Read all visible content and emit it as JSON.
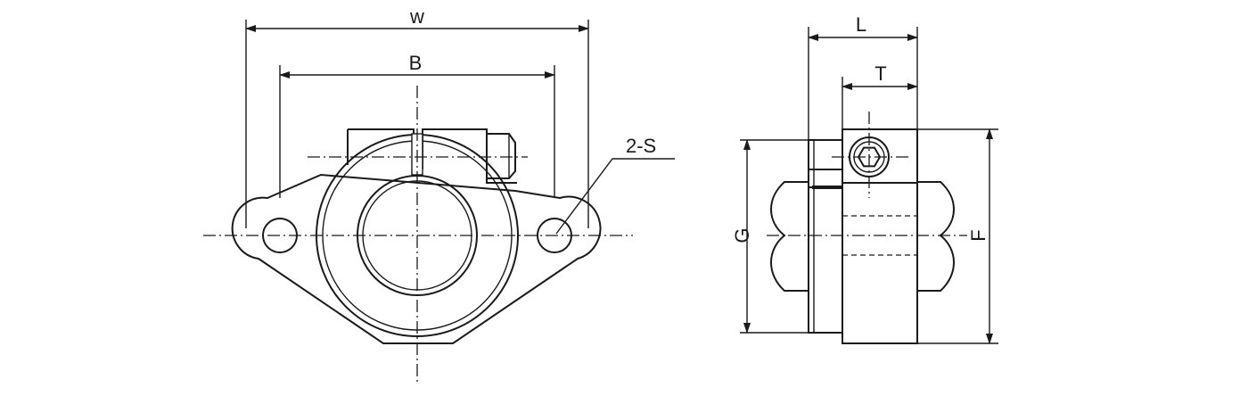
{
  "labels": {
    "w": "w",
    "b": "B",
    "s": "2-S",
    "l": "L",
    "t": "T",
    "g": "G",
    "f": "F"
  },
  "colors": {
    "line": "#1a1a1a",
    "background": "#ffffff"
  }
}
